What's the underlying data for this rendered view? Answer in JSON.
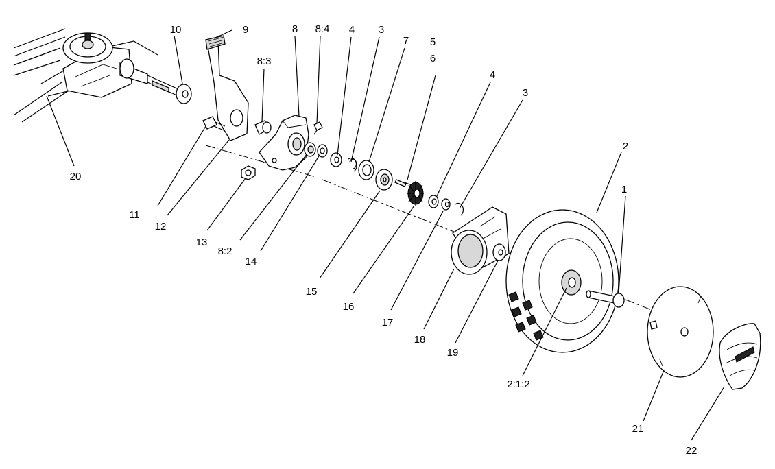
{
  "diagram": {
    "callouts": [
      {
        "id": "c1",
        "label": "1"
      },
      {
        "id": "c2",
        "label": "2"
      },
      {
        "id": "c2-1-2",
        "label": "2:1:2"
      },
      {
        "id": "c3a",
        "label": "3"
      },
      {
        "id": "c3b",
        "label": "3"
      },
      {
        "id": "c4a",
        "label": "4"
      },
      {
        "id": "c4b",
        "label": "4"
      },
      {
        "id": "c5",
        "label": "5"
      },
      {
        "id": "c6",
        "label": "6"
      },
      {
        "id": "c7",
        "label": "7"
      },
      {
        "id": "c8",
        "label": "8"
      },
      {
        "id": "c8-2",
        "label": "8:2"
      },
      {
        "id": "c8-3",
        "label": "8:3"
      },
      {
        "id": "c8-4",
        "label": "8:4"
      },
      {
        "id": "c9",
        "label": "9"
      },
      {
        "id": "c10",
        "label": "10"
      },
      {
        "id": "c11",
        "label": "11"
      },
      {
        "id": "c12",
        "label": "12"
      },
      {
        "id": "c13",
        "label": "13"
      },
      {
        "id": "c14",
        "label": "14"
      },
      {
        "id": "c15",
        "label": "15"
      },
      {
        "id": "c16",
        "label": "16"
      },
      {
        "id": "c17",
        "label": "17"
      },
      {
        "id": "c18",
        "label": "18"
      },
      {
        "id": "c19",
        "label": "19"
      },
      {
        "id": "c20",
        "label": "20"
      },
      {
        "id": "c21",
        "label": "21"
      },
      {
        "id": "c22",
        "label": "22"
      }
    ]
  }
}
